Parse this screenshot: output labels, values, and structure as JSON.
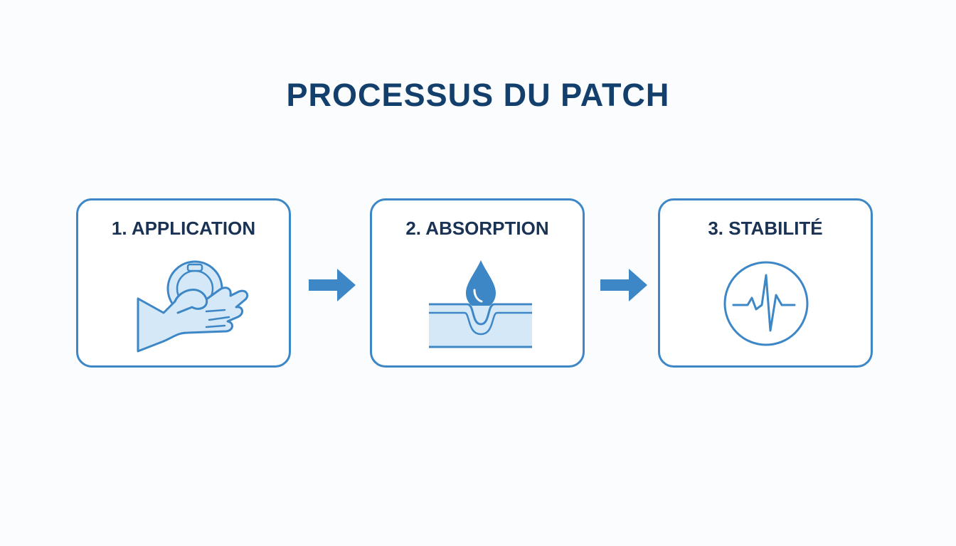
{
  "title": "PROCESSUS DU PATCH",
  "colors": {
    "title": "#123f6b",
    "label": "#1a3355",
    "accent": "#3d87c7",
    "fill_light": "#d5e8f7",
    "background": "#fbfcfd"
  },
  "steps": [
    {
      "label": "1. APPLICATION",
      "icon": "hand-applying-patch-icon"
    },
    {
      "label": "2. ABSORPTION",
      "icon": "drop-into-skin-icon"
    },
    {
      "label": "3. STABILITÉ",
      "icon": "heartbeat-circle-icon"
    }
  ],
  "connectors": [
    "arrow-right-icon",
    "arrow-right-icon"
  ]
}
